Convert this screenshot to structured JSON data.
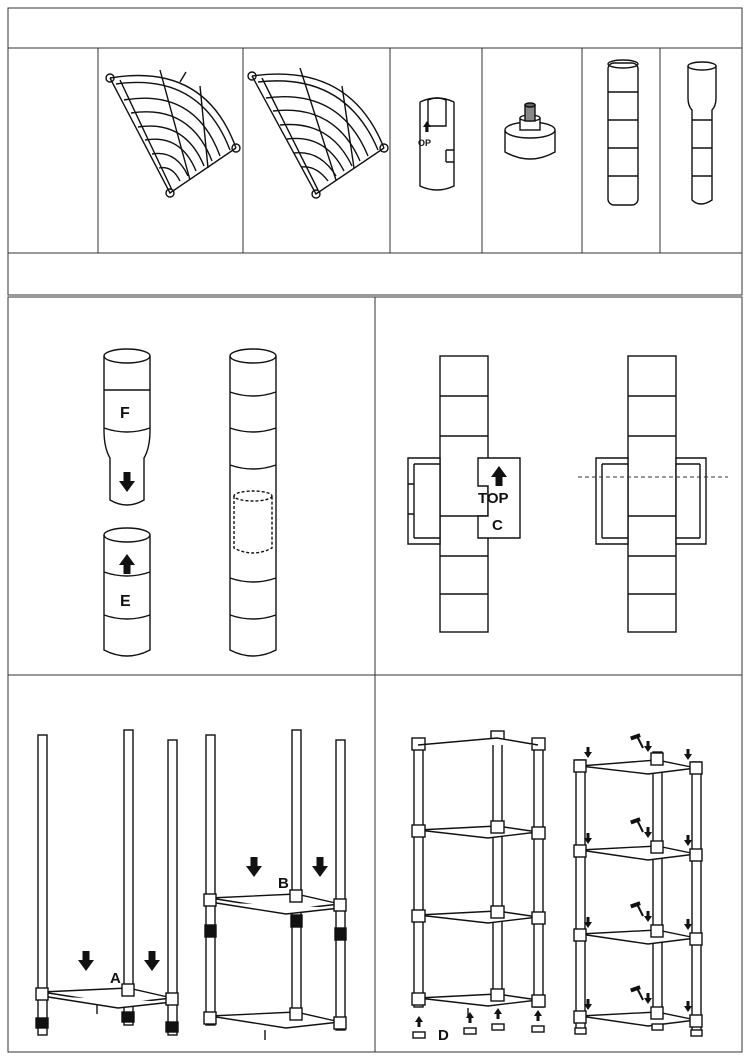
{
  "parts_table": {
    "header_text": "",
    "footer_text": "",
    "parts": [
      {
        "name": "corner-shelf-wire",
        "label": ""
      },
      {
        "name": "corner-shelf-wire",
        "label": ""
      },
      {
        "name": "clip-sleeve",
        "label": "OP"
      },
      {
        "name": "leveling-foot",
        "label": ""
      },
      {
        "name": "pole-straight",
        "label": ""
      },
      {
        "name": "pole-tapered",
        "label": ""
      }
    ]
  },
  "steps": {
    "pole_connect": {
      "upper_label": "F",
      "lower_label": "E"
    },
    "clip_sleeve": {
      "top_label": "TOP",
      "part_label": "C"
    },
    "first_shelf": {
      "label": "A"
    },
    "second_shelf": {
      "label": "B"
    },
    "feet": {
      "label": "D"
    }
  },
  "icons": [
    "arrow-down-icon",
    "arrow-up-icon",
    "hammer-icon"
  ],
  "colors": {
    "line": "#111111",
    "background": "#ffffff",
    "grid": "#333333"
  }
}
